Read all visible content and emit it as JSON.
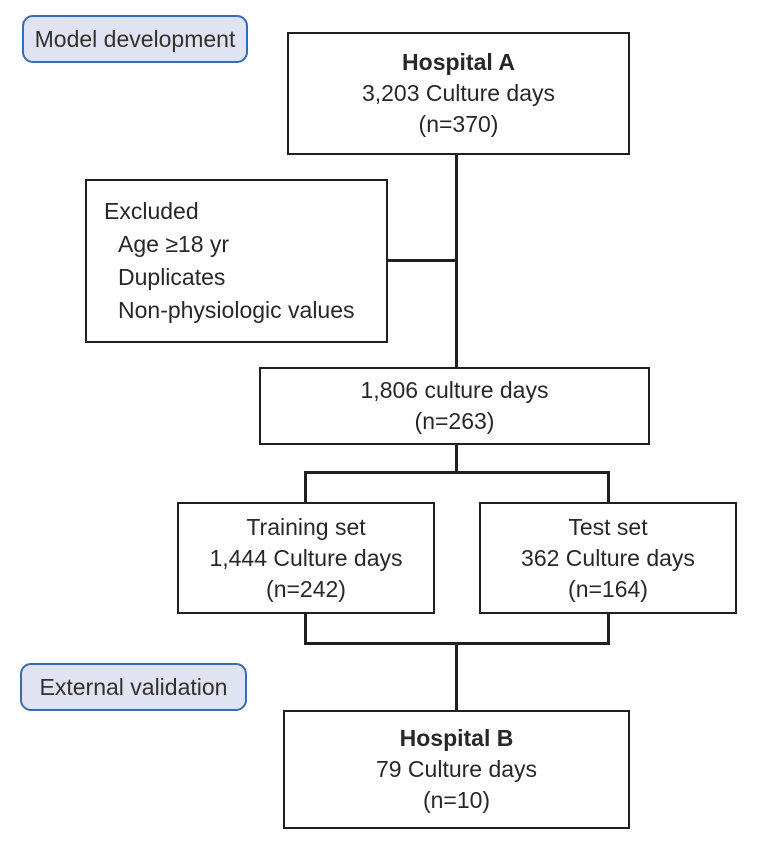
{
  "figure": {
    "type": "flowchart",
    "stage_labels": {
      "model_development": "Model development",
      "external_validation": "External validation"
    },
    "boxes": {
      "hospital_a": {
        "title": "Hospital A",
        "line1": "3,203 Culture days",
        "line2": "(n=370)"
      },
      "excluded": {
        "title": "Excluded",
        "items": [
          "Age ≥18 yr",
          "Duplicates",
          "Non-physiologic values"
        ]
      },
      "filtered": {
        "line1": "1,806 culture days",
        "line2": "(n=263)"
      },
      "training": {
        "title": "Training set",
        "line1": "1,444 Culture days",
        "line2": "(n=242)"
      },
      "test": {
        "title": "Test set",
        "line1": "362 Culture days",
        "line2": "(n=164)"
      },
      "hospital_b": {
        "title": "Hospital B",
        "line1": "79 Culture days",
        "line2": "(n=10)"
      }
    },
    "colors": {
      "stage_label_fill": "#e0e4f2",
      "stage_label_border": "#3a6bb0",
      "box_border": "#231f20",
      "connector": "#231f20",
      "text": "#2a2627"
    }
  }
}
